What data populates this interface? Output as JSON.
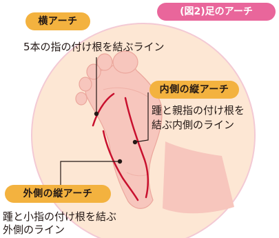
{
  "title": "(図2)足のアーチ",
  "arches": [
    {
      "label": "横アーチ",
      "description": "5本の指の付け根を結ぶライン"
    },
    {
      "label": "内側の縦アーチ",
      "description_lines": [
        "踵と親指の付け根を",
        "結ぶ内側のライン"
      ]
    },
    {
      "label": "外側の縦アーチ",
      "description_lines": [
        "踵と小指の付け根を結ぶ",
        "外側のライン"
      ]
    }
  ],
  "colors": {
    "badge": "#f3b23f",
    "title_badge": "#e9669b",
    "circle": "#fde7d4",
    "circle_border": "#f3c9d4",
    "foot": "#f7c6bd",
    "foot_shadow": "#eba69c",
    "arch_line": "#c8102e",
    "text": "#231815"
  }
}
